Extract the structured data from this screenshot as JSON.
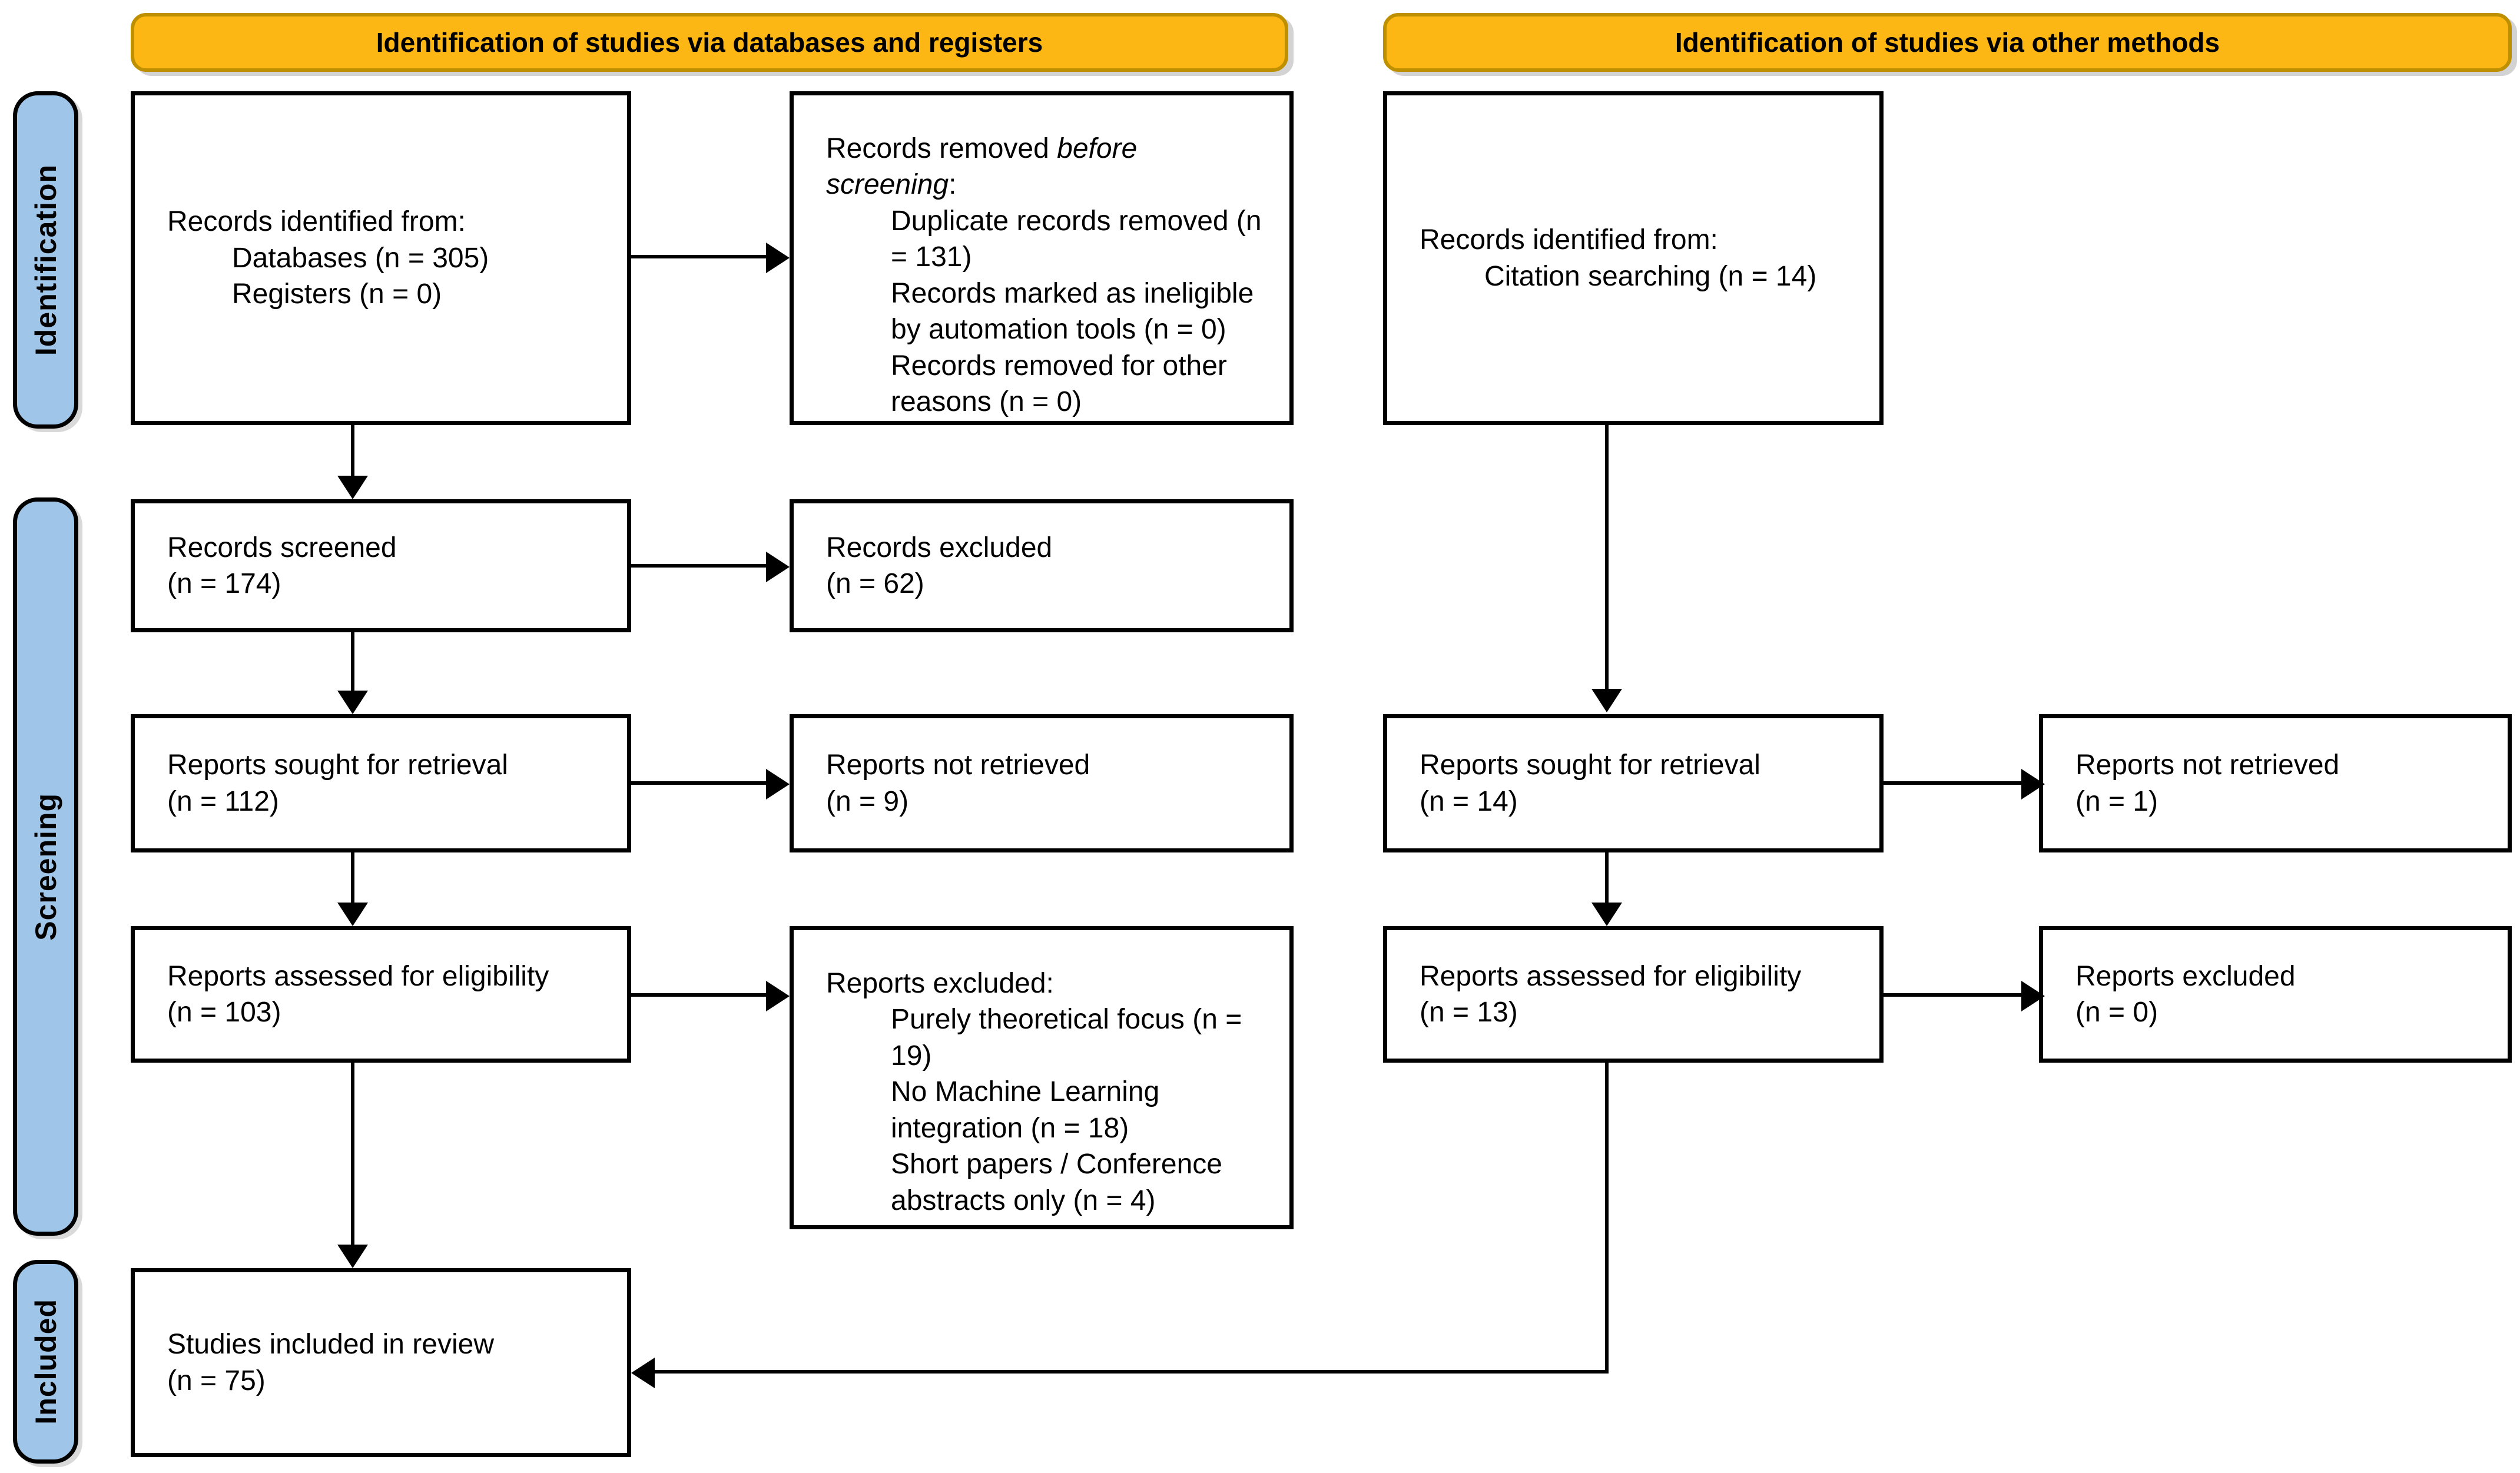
{
  "banners": {
    "databases": "Identification of studies via databases and registers",
    "other": "Identification of studies via other methods"
  },
  "stages": {
    "identification": "Identification",
    "screening": "Screening",
    "included": "Included"
  },
  "boxes": {
    "records_identified": {
      "intro": "Records identified from:",
      "items": [
        "Databases (n = 305)",
        "Registers (n = 0)"
      ]
    },
    "records_removed": {
      "line1_normal": "Records removed ",
      "line1_italic": "before",
      "line2_italic": "screening",
      "line2_normal": ":",
      "items": [
        "Duplicate records removed (n = 131)",
        "Records marked as ineligible by automation tools (n = 0)",
        "Records removed for other reasons (n = 0)"
      ]
    },
    "records_screened": {
      "lines": [
        "Records screened",
        "(n = 174)"
      ]
    },
    "records_excluded": {
      "lines": [
        "Records excluded",
        "(n = 62)"
      ]
    },
    "reports_sought": {
      "lines": [
        "Reports sought for retrieval",
        "(n = 112)"
      ]
    },
    "reports_not_retrieved": {
      "lines": [
        "Reports not retrieved",
        "(n = 9)"
      ]
    },
    "reports_assessed": {
      "lines": [
        "Reports assessed for eligibility",
        "(n = 103)"
      ]
    },
    "reports_excluded": {
      "intro": "Reports excluded:",
      "items": [
        "Purely theoretical focus (n = 19)",
        "No Machine Learning integration (n = 18)",
        "Short papers / Conference abstracts only (n = 4)"
      ]
    },
    "citation_identified": {
      "intro": "Records identified from:",
      "items": [
        "Citation searching (n = 14)"
      ]
    },
    "reports_sought_other": {
      "lines": [
        "Reports sought for retrieval",
        "(n = 14)"
      ]
    },
    "reports_not_retrieved_other": {
      "lines": [
        "Reports not retrieved",
        "(n = 1)"
      ]
    },
    "reports_assessed_other": {
      "lines": [
        "Reports assessed for eligibility",
        "(n = 13)"
      ]
    },
    "reports_excluded_other": {
      "lines": [
        "Reports excluded",
        "(n = 0)"
      ]
    },
    "studies_included": {
      "lines": [
        "Studies included in review",
        "(n = 75)"
      ]
    }
  },
  "colors": {
    "banner_fill": "#FDB714",
    "banner_border": "#BE9000",
    "stage_fill": "#9FC5E8",
    "box_border": "#000000",
    "arrow": "#000000"
  }
}
